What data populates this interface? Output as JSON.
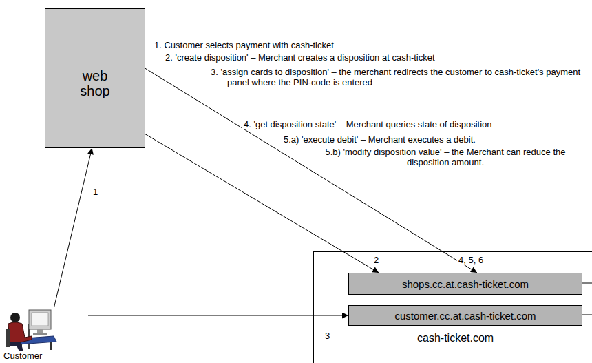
{
  "diagram": {
    "nodes": [
      {
        "text": [
          "web shop"
        ]
      },
      {
        "text": [
          "cash-ticket.com"
        ]
      },
      {
        "text": [
          "shops.cc.at.cash-ticket.com"
        ],
        "in": 1
      },
      {
        "text": [
          "customer.cc.at.cash-ticket.com"
        ],
        "in": 1
      },
      {
        "text": [
          "Customer"
        ]
      }
    ],
    "edges": [
      {
        "from": 4,
        "to": 0,
        "label": "1",
        "arrow": "to"
      },
      {
        "from": 0,
        "to": 2,
        "label": "2",
        "arrow": "to"
      },
      {
        "from": 0,
        "to": 2,
        "label": "4, 5, 6",
        "arrow": "to"
      },
      {
        "from": 4,
        "to": 3,
        "label": "3",
        "arrow": "to"
      }
    ],
    "labels": [
      "1. Customer selects payment with cash-ticket",
      "2. 'create disposition' – Merchant creates a disposition at cash-ticket",
      "3. 'assign cards to disposition' – the merchant redirects the customer to cash-ticket's payment panel where the PIN-code is entered",
      "4. 'get disposition state' – Merchant queries state of disposition",
      "5.a) 'execute debit' – Merchant executes a debit.",
      "5.b) 'modify disposition value' – the Merchant can reduce the disposition amount."
    ]
  }
}
